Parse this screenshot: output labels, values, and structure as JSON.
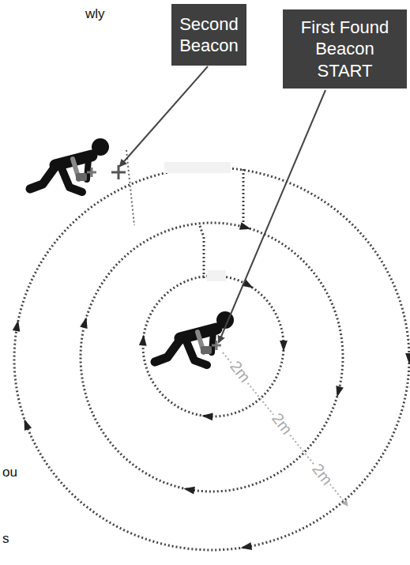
{
  "diagram": {
    "nodes": [
      {
        "text": [
          "Second Beacon"
        ]
      },
      {
        "text": [
          "First Found Beacon START"
        ]
      }
    ],
    "labels": [
      "wly",
      "2m",
      "2m",
      "2m",
      "ou",
      "s"
    ]
  }
}
